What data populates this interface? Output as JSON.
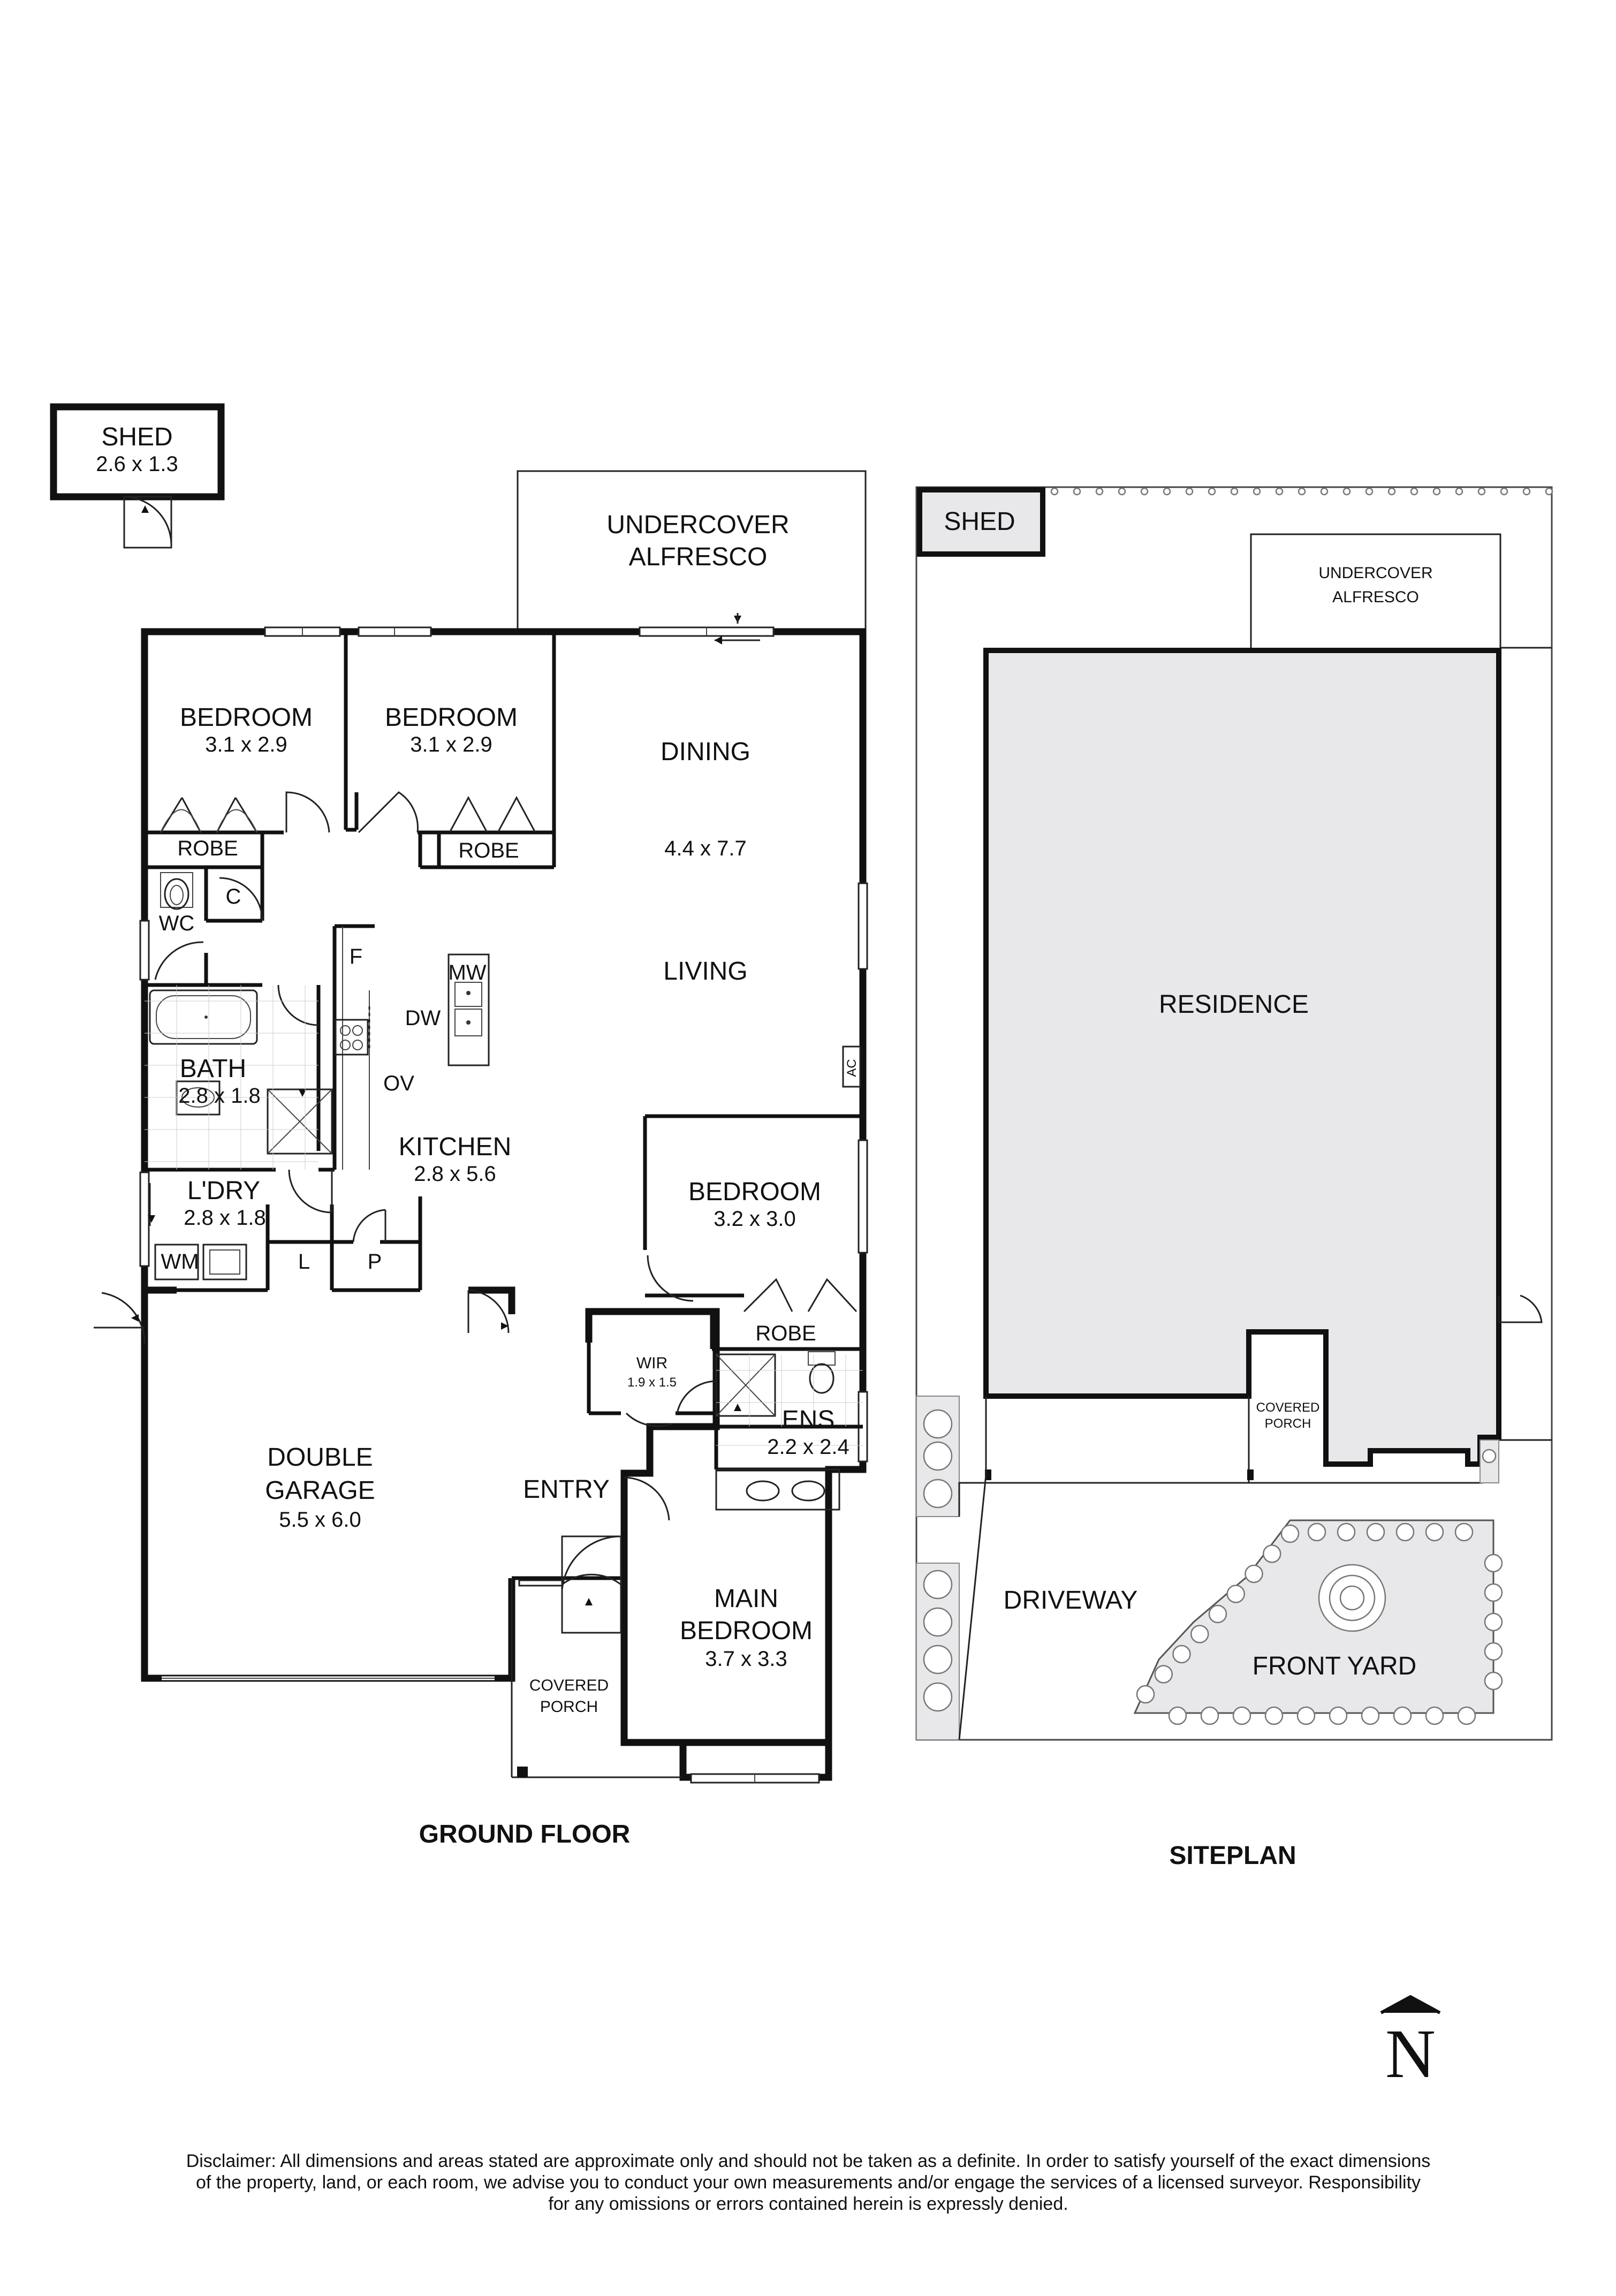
{
  "ground_floor": {
    "heading": "GROUND FLOOR",
    "rooms": {
      "shed": {
        "name": "SHED",
        "dim": "2.6 x 1.3"
      },
      "alfresco": {
        "line1": "UNDERCOVER",
        "line2": "ALFRESCO"
      },
      "bedroom1": {
        "name": "BEDROOM",
        "dim": "3.1 x 2.9"
      },
      "bedroom2": {
        "name": "BEDROOM",
        "dim": "3.1 x 2.9"
      },
      "robe1": "ROBE",
      "robe2": "ROBE",
      "dining": {
        "name": "DINING",
        "dim": "4.4 x 7.7"
      },
      "living": "LIVING",
      "wc": "WC",
      "cupboard": "C",
      "fridge": "F",
      "microwave": "MW",
      "dishwasher": "DW",
      "oven": "OV",
      "aircon": "AC",
      "bath": {
        "name": "BATH",
        "dim": "2.8 x 1.8"
      },
      "kitchen": {
        "name": "KITCHEN",
        "dim": "2.8 x 5.6"
      },
      "laundry": {
        "name": "L'DRY",
        "dim": "2.8 x 1.8"
      },
      "washing_machine": "WM",
      "linen": "L",
      "pantry": "P",
      "bedroom3": {
        "name": "BEDROOM",
        "dim": "3.2 x 3.0"
      },
      "robe3": "ROBE",
      "wir": {
        "name": "WIR",
        "dim": "1.9 x 1.5"
      },
      "ensuite": {
        "name": "ENS",
        "dim": "2.2 x 2.4"
      },
      "garage": {
        "line1": "DOUBLE",
        "line2": "GARAGE",
        "dim": "5.5 x 6.0"
      },
      "entry": "ENTRY",
      "main_bedroom": {
        "line1": "MAIN",
        "line2": "BEDROOM",
        "dim": "3.7 x 3.3"
      },
      "porch": {
        "line1": "COVERED",
        "line2": "PORCH"
      }
    }
  },
  "siteplan": {
    "heading": "SITEPLAN",
    "shed": "SHED",
    "alfresco": {
      "line1": "UNDERCOVER",
      "line2": "ALFRESCO"
    },
    "residence": "RESIDENCE",
    "porch": {
      "line1": "COVERED",
      "line2": "PORCH"
    },
    "driveway": "DRIVEWAY",
    "front_yard": "FRONT YARD"
  },
  "north": "N",
  "disclaimer": [
    "Disclaimer: All dimensions and areas stated are approximate only and should not be taken as a definite. In order to satisfy yourself of the exact dimensions",
    "of the property, land, or each room, we advise you to conduct your own measurements and/or engage the services of a licensed surveyor. Responsibility",
    "for any omissions or errors contained herein is expressly denied."
  ],
  "colors": {
    "residence_fill": "#e8e8ea",
    "yard_fill": "#e8e8ea",
    "line": "#111111"
  }
}
